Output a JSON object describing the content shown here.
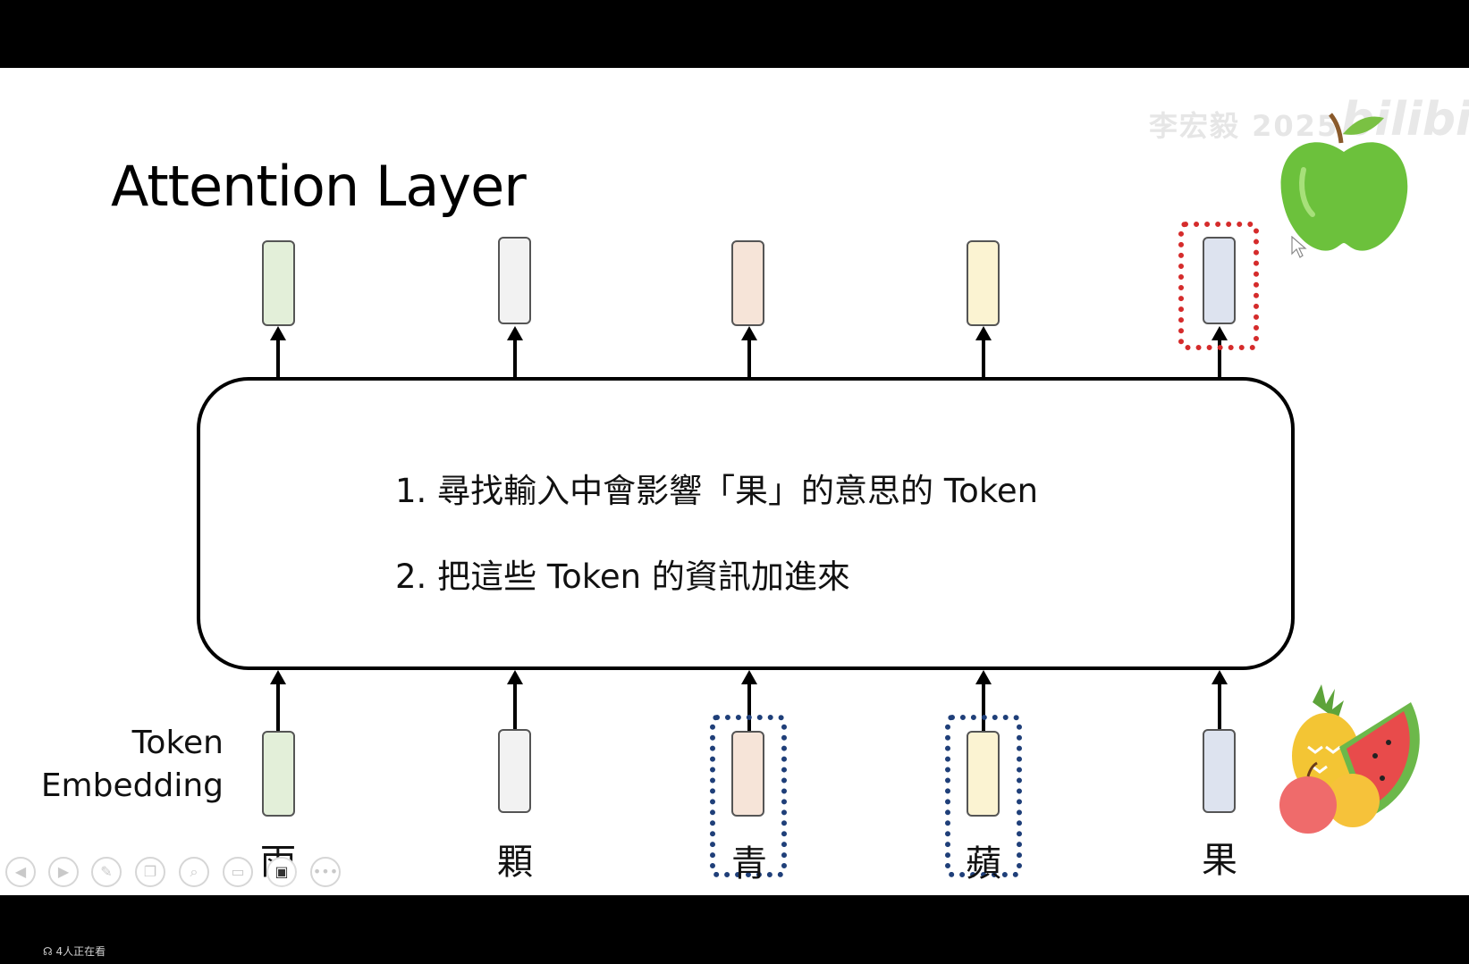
{
  "slide": {
    "title": "Attention Layer",
    "watermark": "李宏毅 2025",
    "watermark_logo": "bilibili",
    "lines": [
      "1. 尋找輸入中會影響「果」的意思的 Token",
      "2. 把這些 Token 的資訊加進來"
    ],
    "embedding_label": [
      "Token",
      "Embedding"
    ],
    "tokens": [
      "雨",
      "顆",
      "青",
      "蘋",
      "果"
    ],
    "colors": {
      "vec1": "#e3efd9",
      "vec2": "#f2f2f2",
      "vec3": "#f6e4d8",
      "vec4": "#fbf3d2",
      "vec5": "#dde3ef",
      "highlight_red": "#d52b2b",
      "highlight_blue": "#1f3f79"
    }
  },
  "player": {
    "viewers": "4人正在看",
    "toolbar_icons": [
      "prev-icon",
      "next-icon",
      "pen-icon",
      "copy-icon",
      "zoom-icon",
      "screen-icon",
      "camera-icon",
      "more-icon"
    ]
  }
}
